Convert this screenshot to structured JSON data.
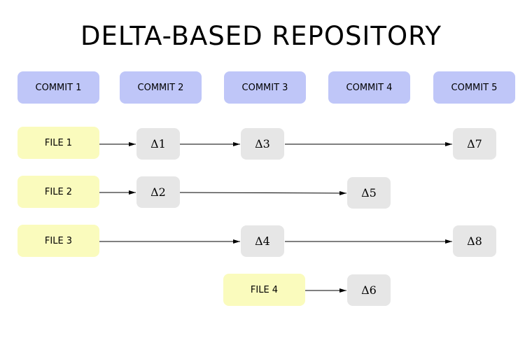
{
  "title": "DELTA-BASED REPOSITORY",
  "commits": [
    "COMMIT 1",
    "COMMIT 2",
    "COMMIT 3",
    "COMMIT 4",
    "COMMIT 5"
  ],
  "files": [
    "FILE 1",
    "FILE 2",
    "FILE 3",
    "FILE 4"
  ],
  "deltas": [
    "Δ1",
    "Δ2",
    "Δ3",
    "Δ4",
    "Δ5",
    "Δ6",
    "Δ7",
    "Δ8"
  ],
  "colors": {
    "commit": "#bfc6f8",
    "file": "#fafbbd",
    "delta": "#e6e6e6",
    "arrow": "#000000"
  }
}
